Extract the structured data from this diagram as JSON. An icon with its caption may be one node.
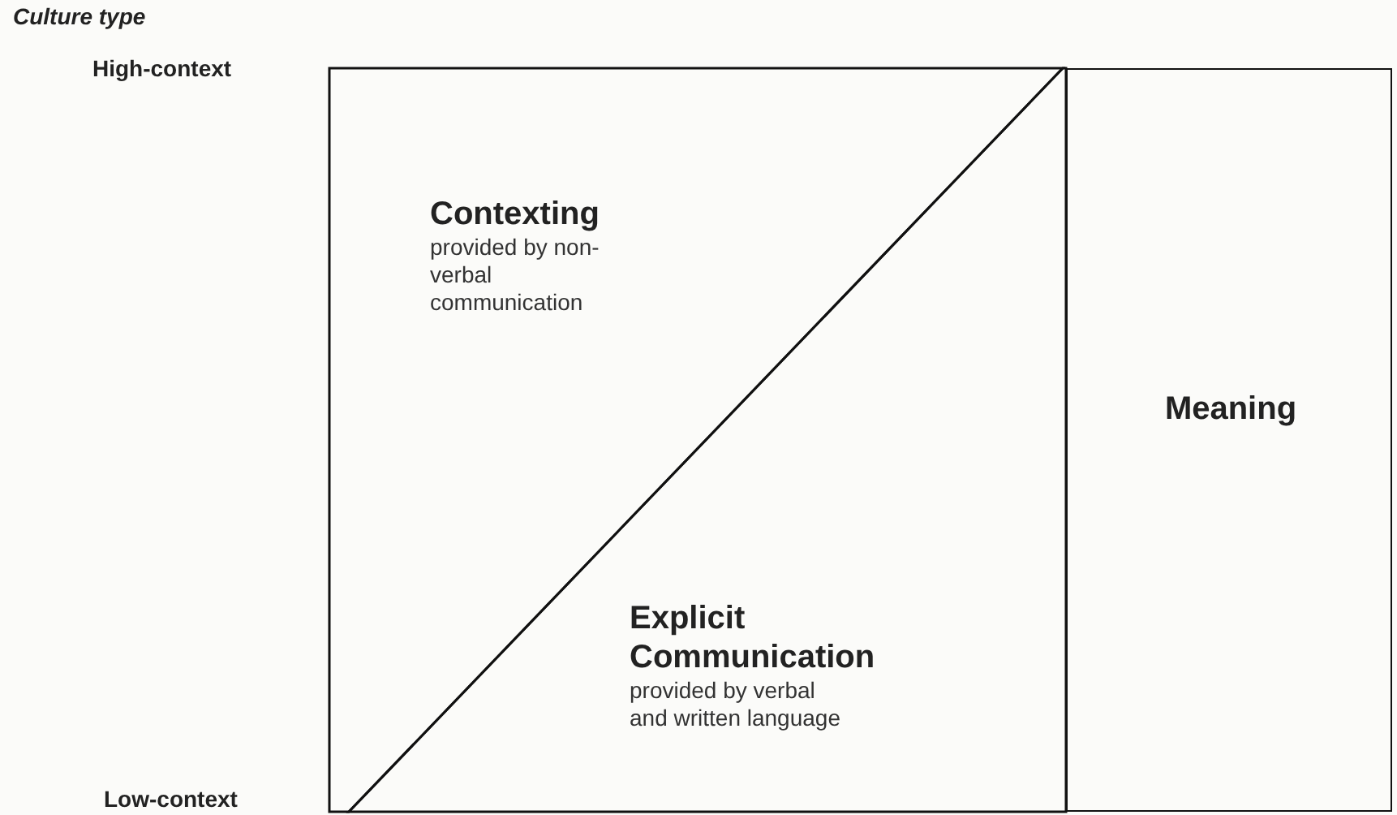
{
  "diagram": {
    "nodes": [
      {
        "text": [
          "Contexting",
          "provided by non-verbal communication"
        ]
      },
      {
        "text": [
          "Explicit Communication",
          "provided by verbal and written language"
        ]
      },
      {
        "text": [
          "Meaning"
        ]
      }
    ],
    "labels": [
      "Culture type",
      "High-context",
      "Low-context"
    ]
  }
}
